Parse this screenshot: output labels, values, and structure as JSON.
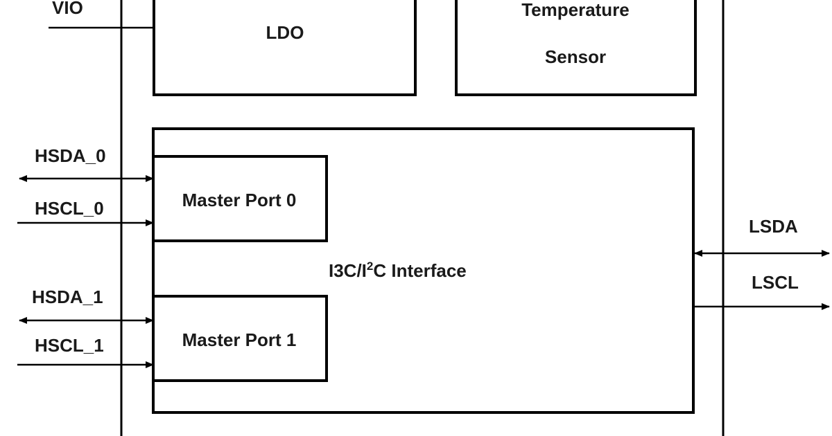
{
  "blocks": {
    "ldo": "LDO",
    "temp_sensor": {
      "line1": "Temperature",
      "line2": "Sensor"
    },
    "master_port_0": "Master Port 0",
    "master_port_1": "Master Port 1",
    "interface": {
      "prefix": "I3C/I",
      "superscript": "2",
      "suffix": "C Interface"
    }
  },
  "signals": {
    "vio": "VIO",
    "hsda_0": "HSDA_0",
    "hscl_0": "HSCL_0",
    "hsda_1": "HSDA_1",
    "hscl_1": "HSCL_1",
    "lsda": "LSDA",
    "lscl": "LSCL"
  }
}
